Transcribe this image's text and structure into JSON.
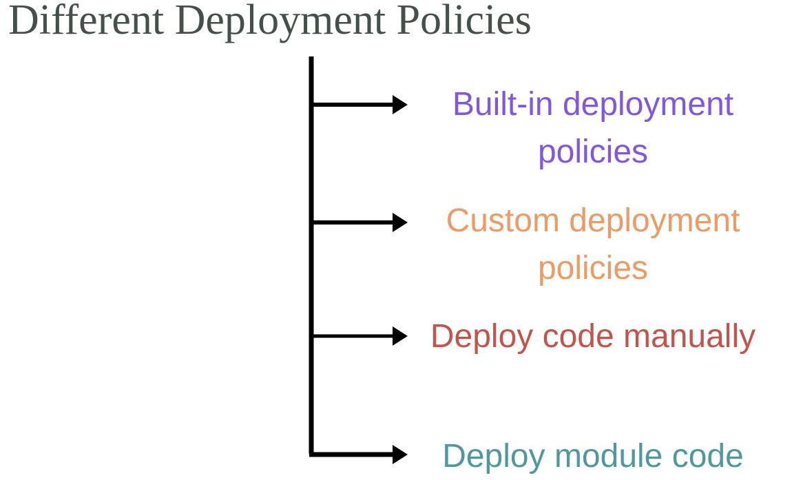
{
  "title": "Different Deployment Policies",
  "colors": {
    "title": "#44514A",
    "connector": "#000000",
    "background": "#FFFFFF",
    "item1": "#8156E2",
    "item2": "#EC9B64",
    "item3": "#C2544B",
    "item4": "#4F989D"
  },
  "items": [
    {
      "label": "Built-in deployment policies",
      "color": "#8156E2"
    },
    {
      "label": "Custom deployment policies",
      "color": "#EC9B64"
    },
    {
      "label": "Deploy code manually",
      "color": "#C2544B"
    },
    {
      "label": "Deploy module code",
      "color": "#4F989D"
    }
  ]
}
